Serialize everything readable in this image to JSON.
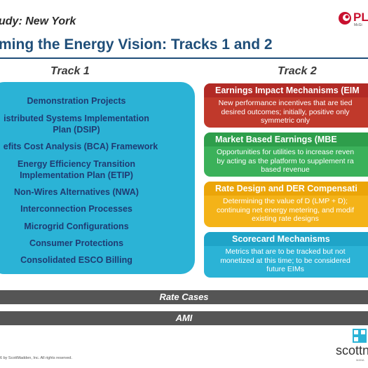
{
  "header": {
    "case_study": "udy: New York",
    "title": "ming the Energy Vision: Tracks 1 and 2"
  },
  "logo_top": {
    "text": "PL",
    "subtext": "McGi"
  },
  "track1": {
    "heading": "Track 1",
    "items": [
      "Demonstration Projects",
      "istributed Systems Implementation",
      "Plan (DSIP)",
      "efits Cost Analysis  (BCA) Framework",
      "Energy Efficiency Transition",
      "Implementation Plan (ETIP)",
      "Non-Wires Alternatives (NWA)",
      "Interconnection Processes",
      "Microgrid Configurations",
      "Consumer Protections",
      "Consolidated ESCO Billing"
    ]
  },
  "track2": {
    "heading": "Track 2",
    "boxes": [
      {
        "title": "Earnings Impact Mechanisms (EIM",
        "lines": [
          "New performance incentives that are tied",
          "desired outcomes; initially, positive only",
          "symmetric only"
        ],
        "color": "#c0392b"
      },
      {
        "title": "Market Based Earnings (MBE",
        "lines": [
          "Opportunities for utilities to increase reven",
          "by acting as the platform to supplement ra",
          "based revenue"
        ],
        "color": "#3bb15a"
      },
      {
        "title": "Rate Design and DER Compensati",
        "lines": [
          "Determining the value  of D (LMP + D);",
          "continuing net energy metering, and modif",
          "existing rate designs"
        ],
        "color": "#f4b318"
      },
      {
        "title": "Scorecard Mechanisms",
        "lines": [
          "Metrics that are to be tracked but not",
          "monetized at this time; to be considered",
          "future EIMs"
        ],
        "color": "#2bb3d6"
      }
    ]
  },
  "bars": {
    "rate_cases": "Rate Cases",
    "ami": "AMI"
  },
  "footer": {
    "copyright": "6 by ScottMadden, Inc. All rights reserved.",
    "logo_text": "scottn",
    "logo_tag": "MANA"
  },
  "colors": {
    "title_blue": "#1f4e79",
    "track1_cyan": "#2bb3d6",
    "bar_gray": "#555555",
    "logo_red": "#c8102e"
  }
}
